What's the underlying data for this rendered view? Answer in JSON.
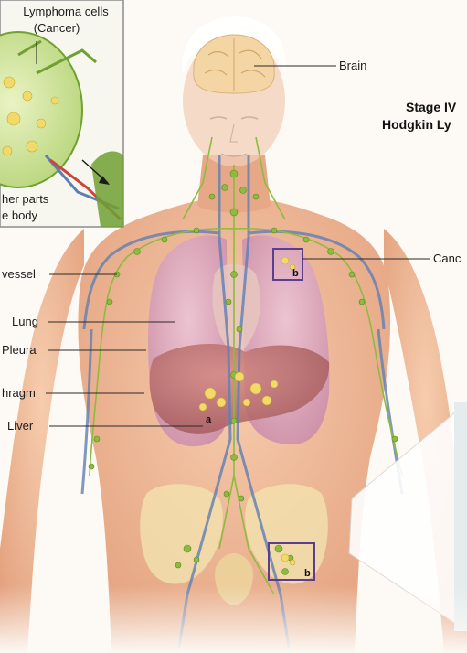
{
  "title": {
    "line1": "Stage IV",
    "line2": "Hodgkin Ly"
  },
  "inset": {
    "label_top_1": "Lymphoma cells",
    "label_top_2": "(Cancer)",
    "label_bottom_1": "her parts",
    "label_bottom_2": "e body"
  },
  "labels": {
    "brain": "Brain",
    "cancer": "Canc",
    "vessel": "vessel",
    "lung": "Lung",
    "pleura": "Pleura",
    "diaphragm": "hragm",
    "liver": "Liver"
  },
  "markers": {
    "a": "a",
    "b_chest": "b",
    "b_groin": "b"
  },
  "colors": {
    "background": "#fdf9f4",
    "skin": "#e9b190",
    "lung": "#d9a9bf",
    "liver": "#b86c6a",
    "lymph_node": "#8dbb3e",
    "vessel_blue": "#5f7fb3",
    "bone": "#f2dfae",
    "brain": "#f3d6a4",
    "callout_box": "#5b3f8e"
  }
}
